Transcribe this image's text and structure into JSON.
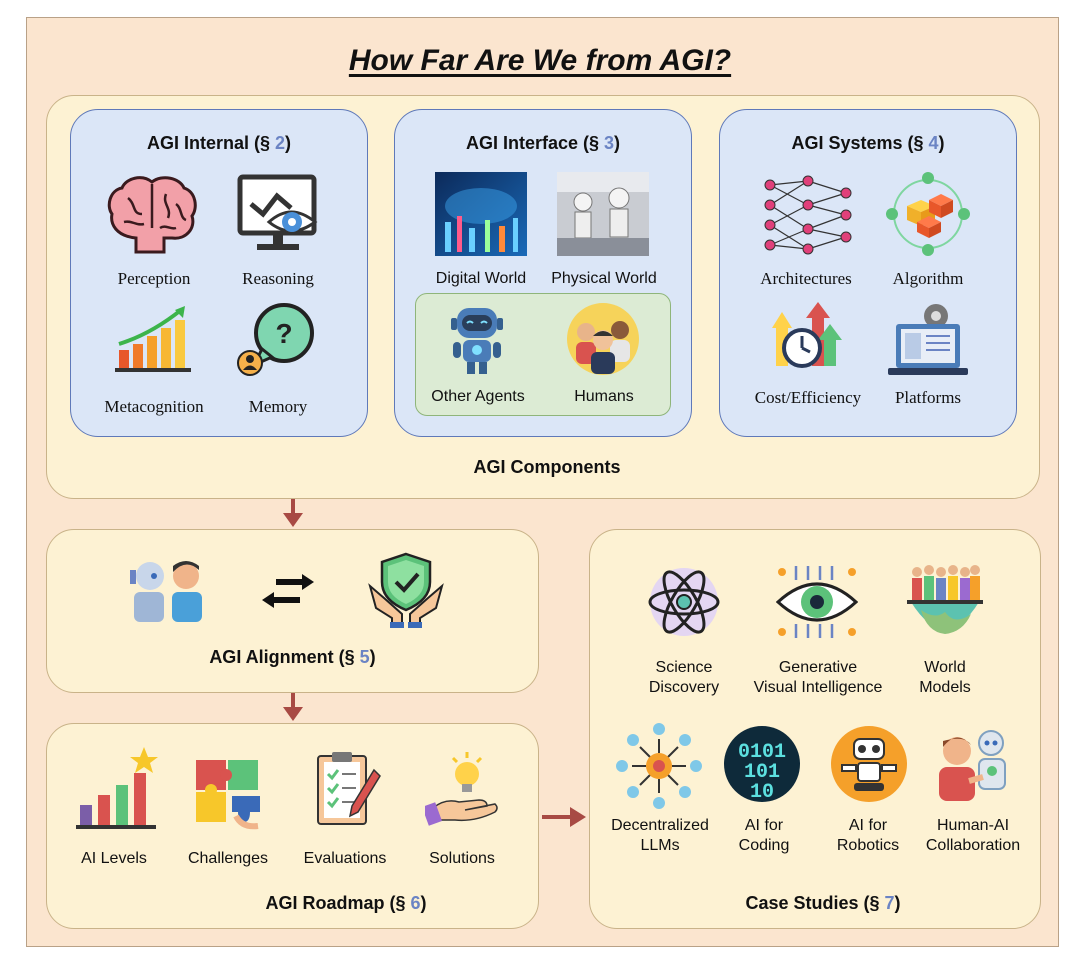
{
  "title": "How Far Are We from AGI?",
  "components": {
    "title": "AGI Components",
    "internal": {
      "title": "AGI Internal (§ ",
      "num": "2",
      "close": ")",
      "items": [
        "Perception",
        "Reasoning",
        "Metacognition",
        "Memory"
      ]
    },
    "interface": {
      "title": "AGI Interface (§ ",
      "num": "3",
      "close": ")",
      "items": [
        "Digital World",
        "Physical World",
        "Other Agents",
        "Humans"
      ]
    },
    "systems": {
      "title": "AGI Systems (§ ",
      "num": "4",
      "close": ")",
      "items": [
        "Architectures",
        "Algorithm",
        "Cost/Efficiency",
        "Platforms"
      ]
    }
  },
  "alignment": {
    "title": "AGI Alignment (§ ",
    "num": "5",
    "close": ")"
  },
  "roadmap": {
    "title": "AGI Roadmap (§ ",
    "num": "6",
    "close": ")",
    "items": [
      "AI Levels",
      "Challenges",
      "Evaluations",
      "Solutions"
    ]
  },
  "case_studies": {
    "title": "Case Studies (§ ",
    "num": "7",
    "close": ")",
    "items": [
      [
        "Science",
        "Discovery"
      ],
      [
        "Generative",
        "Visual Intelligence"
      ],
      [
        "World",
        "Models"
      ],
      [
        "Decentralized",
        "LLMs"
      ],
      [
        "AI for",
        "Coding"
      ],
      [
        "AI for",
        "Robotics"
      ],
      [
        "Human-AI",
        "Collaboration"
      ]
    ]
  },
  "icons": {
    "matrix_binary": "0101 101 10",
    "question_mark": "?"
  },
  "colors": {
    "background": "#fbe5cf",
    "panel": "#fdf2d3",
    "blue_box": "#dbe6f7",
    "green_box": "#dcebd4",
    "section_number": "#6b84c4",
    "arrow": "#a84a44"
  }
}
